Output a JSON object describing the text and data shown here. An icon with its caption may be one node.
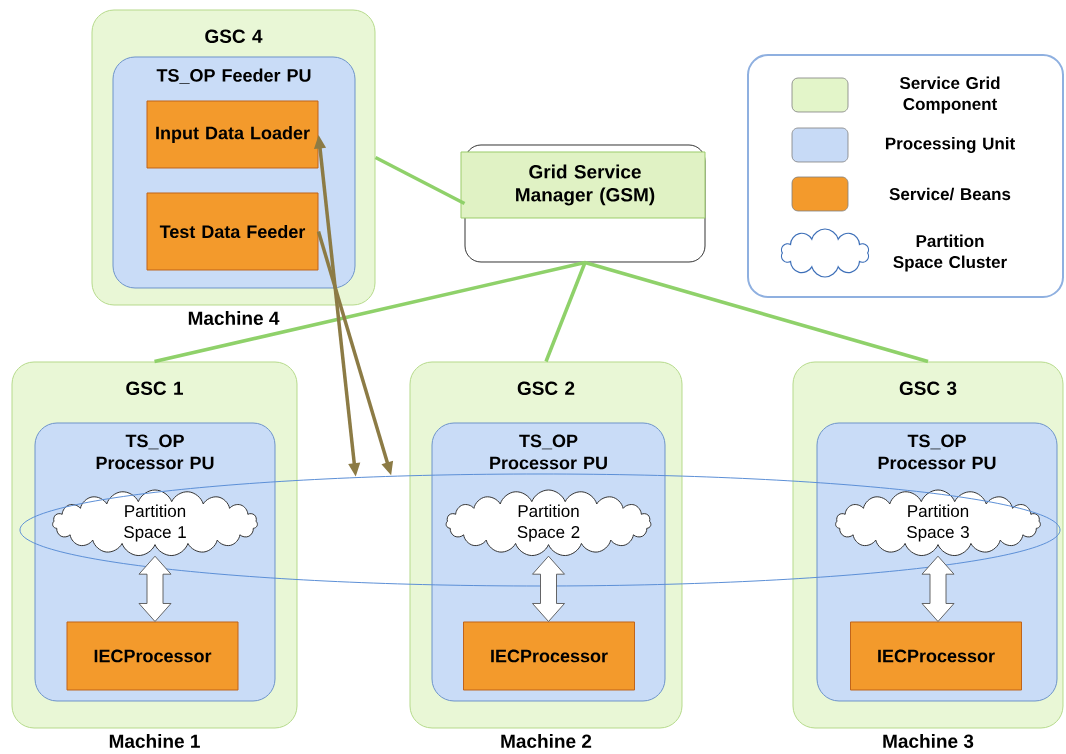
{
  "diagram": {
    "nodes": [
      {
        "text": [
          "GSC 4"
        ],
        "beside": [
          "Machine 4"
        ]
      },
      {
        "text": [
          "TS_OP Feeder PU"
        ],
        "in": 0
      },
      {
        "text": [
          "Input Data Loader"
        ],
        "in": 1
      },
      {
        "text": [
          "Test Data Feeder"
        ],
        "in": 1
      },
      {
        "text": [
          "Grid Service Manager (GSM)"
        ]
      },
      {
        "text": [
          "GSC 1"
        ],
        "beside": [
          "Machine 1"
        ]
      },
      {
        "text": [
          "TS_OP Processor PU"
        ],
        "in": 5
      },
      {
        "text": [
          "Partition Space 1"
        ]
      },
      {
        "text": [
          "IECProcessor"
        ],
        "in": 6
      },
      {
        "text": [
          "GSC 2"
        ],
        "beside": [
          "Machine 2"
        ]
      },
      {
        "text": [
          "TS_OP Processor PU"
        ],
        "in": 9
      },
      {
        "text": [
          "Partition Space 2"
        ]
      },
      {
        "text": [
          "IECProcessor"
        ],
        "in": 10
      },
      {
        "text": [
          "GSC 3"
        ],
        "beside": [
          "Machine 3"
        ]
      },
      {
        "text": [
          "TS_OP Processor PU"
        ],
        "in": 13
      },
      {
        "text": [
          "Partition Space 3"
        ]
      },
      {
        "text": [
          "IECProcessor"
        ],
        "in": 14
      },
      {
        "text": [],
        "shape": "ellipse"
      }
    ],
    "edges": [
      {
        "from": 0,
        "to": 4,
        "arrow": "none"
      },
      {
        "from": 4,
        "to": 5,
        "arrow": "none"
      },
      {
        "from": 4,
        "to": 9,
        "arrow": "none"
      },
      {
        "from": 4,
        "to": 13,
        "arrow": "none"
      },
      {
        "from": 2,
        "to": 17,
        "arrow": "both",
        "color": "#8c7b45"
      },
      {
        "from": 3,
        "to": 17,
        "arrow": "to",
        "color": "#8c7b45"
      },
      {
        "from": 7,
        "to": 8,
        "arrow": "both",
        "style": "thick"
      },
      {
        "from": 11,
        "to": 12,
        "arrow": "both",
        "style": "thick"
      },
      {
        "from": 15,
        "to": 16,
        "arrow": "both",
        "style": "thick"
      }
    ],
    "legend": [
      {
        "text": "Service Grid Component",
        "color": "#e3f5c9"
      },
      {
        "text": "Processing Unit",
        "color": "#c7daf6"
      },
      {
        "text": "Service/ Beans",
        "color": "#f39a2c"
      },
      {
        "text": "Partition Space Cluster"
      }
    ]
  }
}
